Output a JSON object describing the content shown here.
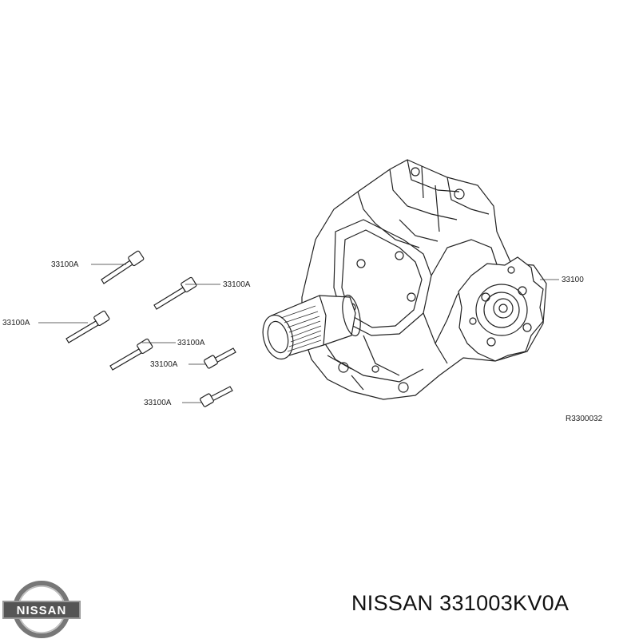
{
  "diagram": {
    "part_labels": [
      "33100A",
      "33100A",
      "33100A",
      "33100A",
      "33100A",
      "33100A",
      "33100"
    ],
    "reference_code": "R3300032"
  },
  "brand": {
    "logo_text": "NISSAN"
  },
  "caption": "NISSAN 331003KV0A"
}
